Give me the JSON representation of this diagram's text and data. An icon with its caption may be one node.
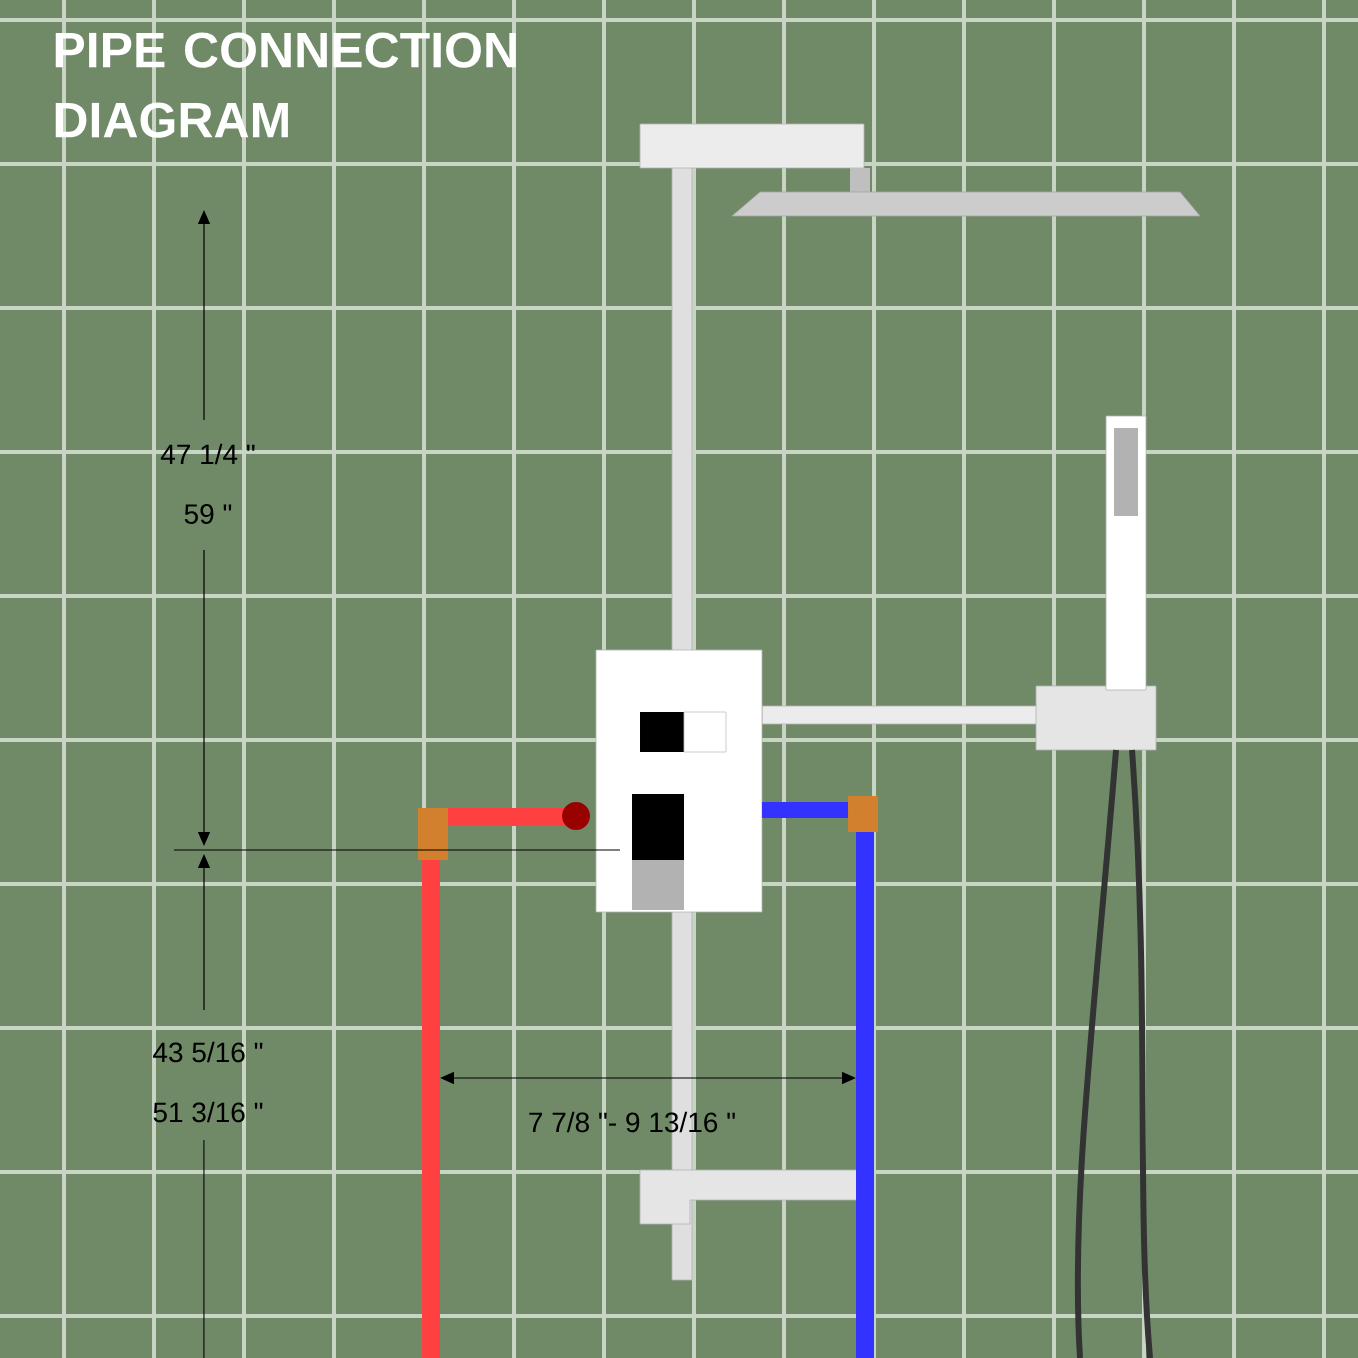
{
  "diagram": {
    "title": "PIPE CONNECTION DIAGRAM",
    "labels": [
      "47 1/4 \"",
      "59 \"",
      "43 5/16 \"",
      "51 3/16 \"",
      "7 7/8 \"- 9 13/16 \""
    ]
  }
}
